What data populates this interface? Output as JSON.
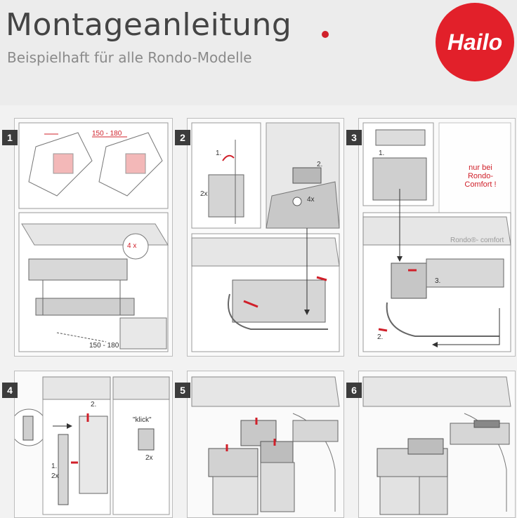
{
  "header": {
    "title": "Montageanleitung",
    "subtitle": "Beispielhaft für alle Rondo-Modelle",
    "logo": "Hailo"
  },
  "steps": [
    {
      "number": "1",
      "labels": [
        "150 - 180",
        "4 x",
        "150 - 180"
      ]
    },
    {
      "number": "2",
      "labels": [
        "1.",
        "2.",
        "2x",
        "4x"
      ]
    },
    {
      "number": "3",
      "labels": [
        "1.",
        "2.",
        "3."
      ],
      "note": "nur bei Rondo-Comfort !",
      "note_caption": "Rondo®- comfort"
    },
    {
      "number": "4",
      "labels": [
        "1.",
        "2x",
        "2.",
        "\"klick\"",
        "2x"
      ]
    },
    {
      "number": "5",
      "labels": []
    },
    {
      "number": "6",
      "labels": []
    }
  ],
  "colors": {
    "brand_red": "#e2202a",
    "dark": "#3c3c3c",
    "accent_red": "#d0202a"
  }
}
